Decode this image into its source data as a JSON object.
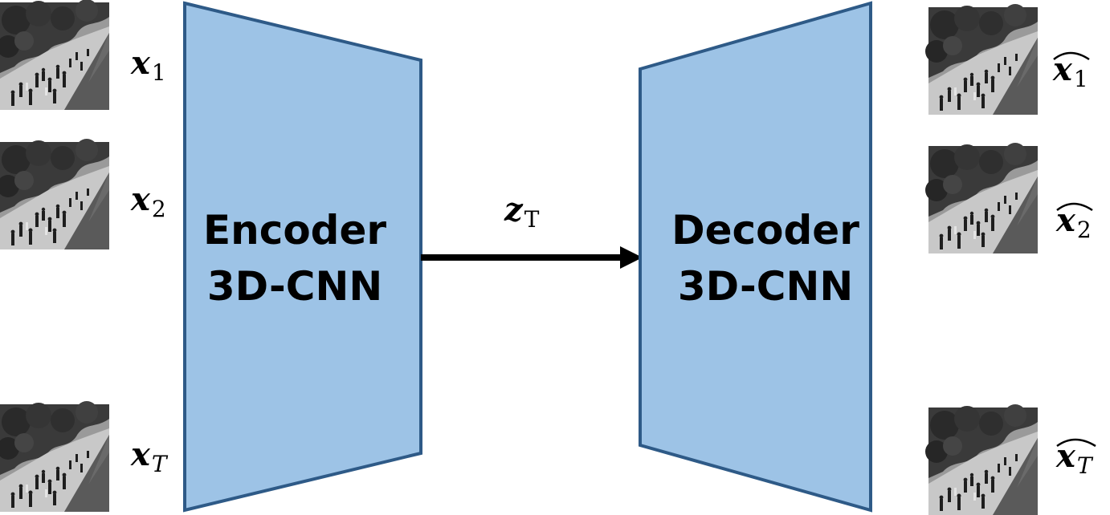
{
  "encoder": {
    "line1": "Encoder",
    "line2": "3D-CNN"
  },
  "decoder": {
    "line1": "Decoder",
    "line2": "3D-CNN"
  },
  "latent": {
    "symbol": "z",
    "subscript": "T"
  },
  "inputs": [
    {
      "symbol": "x",
      "subscript": "1"
    },
    {
      "symbol": "x",
      "subscript": "2"
    },
    {
      "symbol": "x",
      "subscript": "T"
    }
  ],
  "outputs": [
    {
      "symbol": "x",
      "subscript": "1"
    },
    {
      "symbol": "x",
      "subscript": "2"
    },
    {
      "symbol": "x",
      "subscript": "T"
    }
  ],
  "colors": {
    "block_fill": "#9dc3e6",
    "block_stroke": "#2e5a87",
    "arrow": "#000000"
  },
  "icons": {
    "frame": "video-frame-thumbnail"
  }
}
